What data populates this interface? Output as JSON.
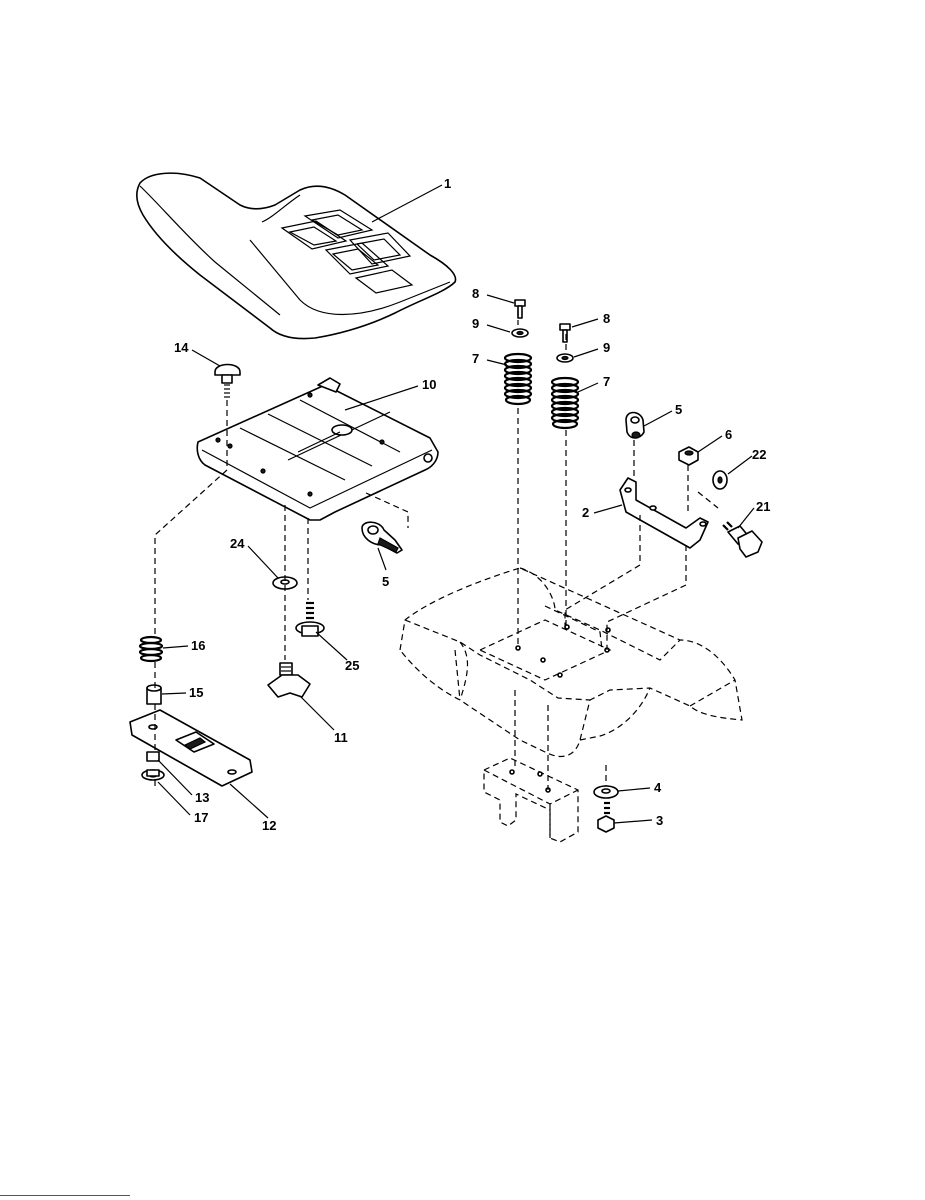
{
  "diagram": {
    "callouts": {
      "seat": "1",
      "seat_pan": "10",
      "carriage_bolt": "14",
      "clip_left": "5",
      "washer_24": "24",
      "bolt_25": "25",
      "spring_16": "16",
      "spacer_15": "15",
      "knob_11": "11",
      "bracket_12": "12",
      "nut_13": "13",
      "nut_17": "17",
      "screw_8_left": "8",
      "screw_8_right": "8",
      "washer_9_left": "9",
      "washer_9_right": "9",
      "spring_7_left": "7",
      "spring_7_right": "7",
      "clip_right": "5",
      "nut_6": "6",
      "washer_22": "22",
      "hinge_bracket_2": "2",
      "shoulder_bolt_21": "21",
      "washer_4": "4",
      "bolt_3": "3"
    }
  }
}
